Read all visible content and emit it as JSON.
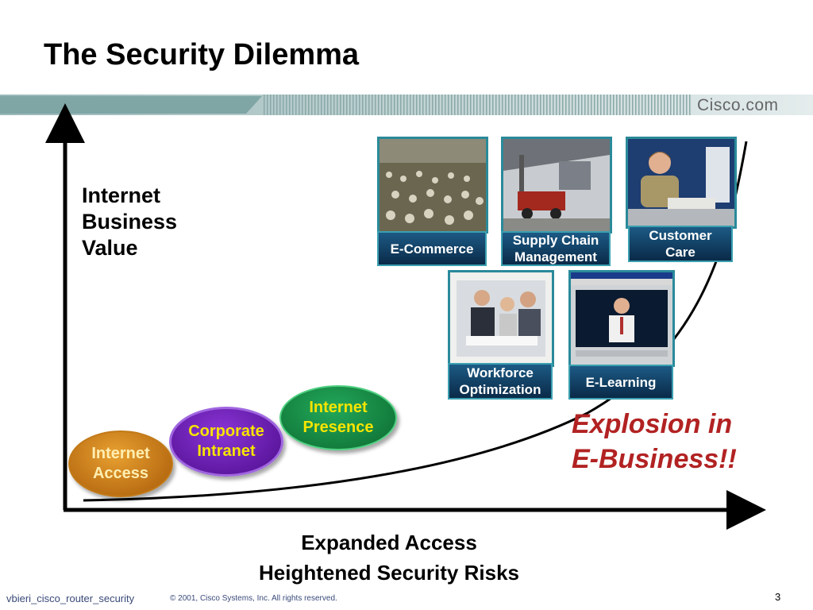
{
  "slide": {
    "title": "The Security Dilemma",
    "brand": "Cisco.com",
    "y_axis_label": "Internet\nBusiness\nValue",
    "x_axis_label": "Expanded Access\nHeightened Security Risks",
    "callout": "Explosion in\nE-Business!!",
    "stages": [
      {
        "label": "Internet\nAccess",
        "color": "#c77a12"
      },
      {
        "label": "Corporate\nIntranet",
        "color": "#6a1fb0"
      },
      {
        "label": "Internet\nPresence",
        "color": "#168a45"
      }
    ],
    "applications": [
      {
        "label": "E-Commerce",
        "photo": "trading-floor-photo"
      },
      {
        "label": "Supply Chain\nManagement",
        "photo": "cargo-truck-photo"
      },
      {
        "label": "Customer\nCare",
        "photo": "call-center-agent-photo"
      },
      {
        "label": "Workforce\nOptimization",
        "photo": "business-meeting-photo"
      },
      {
        "label": "E-Learning",
        "photo": "video-lecture-window-photo"
      }
    ],
    "footer": {
      "filename": "vbieri_cisco_router_security",
      "copyright": "© 2001, Cisco Systems, Inc. All rights reserved.",
      "page": "3"
    }
  }
}
